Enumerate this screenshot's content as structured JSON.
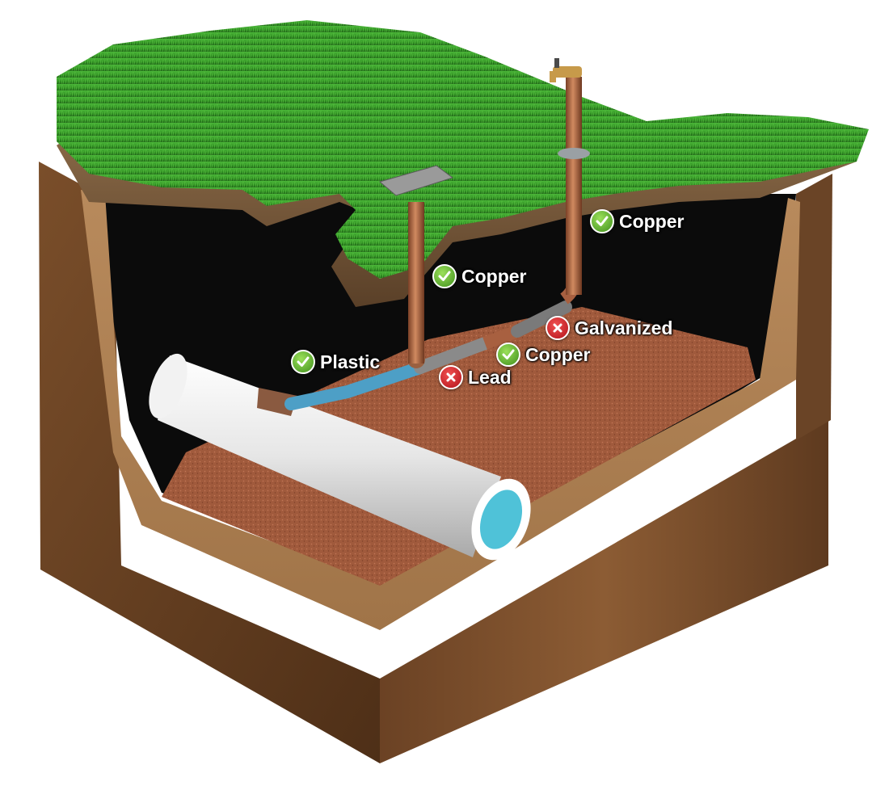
{
  "colors": {
    "grass": "#3fa62c",
    "grass_dark": "#1f6e18",
    "soil": "#a0583a",
    "wood": "#8a5a32",
    "copper": "#b06a45",
    "galvanized": "#8a8a8a",
    "lead": "#6e6e6e",
    "plastic_blue": "#5ab7e0",
    "main_pipe": "#e8e8e8",
    "ok_badge": "#5bb52a",
    "bad_badge": "#d11a22"
  },
  "labels": [
    {
      "id": "copper-riser-right",
      "text": "Copper",
      "status": "ok",
      "icon": "check-icon"
    },
    {
      "id": "copper-riser-left",
      "text": "Copper",
      "status": "ok",
      "icon": "check-icon"
    },
    {
      "id": "galvanized-section",
      "text": "Galvanized",
      "status": "bad",
      "icon": "x-icon"
    },
    {
      "id": "plastic-section",
      "text": "Plastic",
      "status": "ok",
      "icon": "check-icon"
    },
    {
      "id": "copper-horizontal",
      "text": "Copper",
      "status": "ok",
      "icon": "check-icon"
    },
    {
      "id": "lead-section",
      "text": "Lead",
      "status": "bad",
      "icon": "x-icon"
    }
  ]
}
